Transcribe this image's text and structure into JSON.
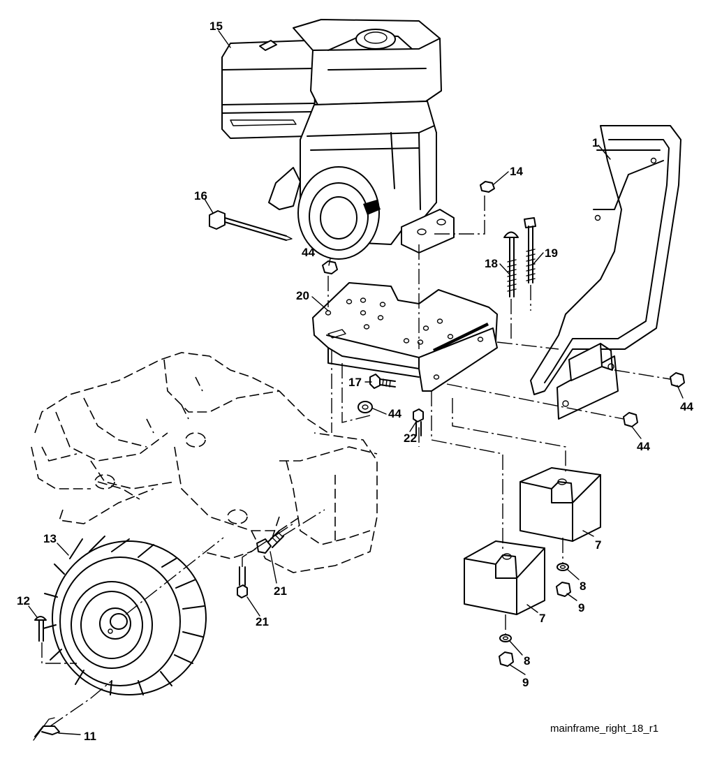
{
  "caption": "mainframe_right_18_r1",
  "callouts": [
    {
      "id": "c15",
      "text": "15"
    },
    {
      "id": "c1",
      "text": "1"
    },
    {
      "id": "c14",
      "text": "14"
    },
    {
      "id": "c16",
      "text": "16"
    },
    {
      "id": "c44a",
      "text": "44"
    },
    {
      "id": "c18",
      "text": "18"
    },
    {
      "id": "c19",
      "text": "19"
    },
    {
      "id": "c20",
      "text": "20"
    },
    {
      "id": "c17",
      "text": "17"
    },
    {
      "id": "c44b",
      "text": "44"
    },
    {
      "id": "c22",
      "text": "22"
    },
    {
      "id": "c44c",
      "text": "44"
    },
    {
      "id": "c44d",
      "text": "44"
    },
    {
      "id": "c7a",
      "text": "7"
    },
    {
      "id": "c7b",
      "text": "7"
    },
    {
      "id": "c8a",
      "text": "8"
    },
    {
      "id": "c9a",
      "text": "9"
    },
    {
      "id": "c8b",
      "text": "8"
    },
    {
      "id": "c9b",
      "text": "9"
    },
    {
      "id": "c13",
      "text": "13"
    },
    {
      "id": "c12",
      "text": "12"
    },
    {
      "id": "c21a",
      "text": "21"
    },
    {
      "id": "c21b",
      "text": "21"
    },
    {
      "id": "c11",
      "text": "11"
    }
  ]
}
